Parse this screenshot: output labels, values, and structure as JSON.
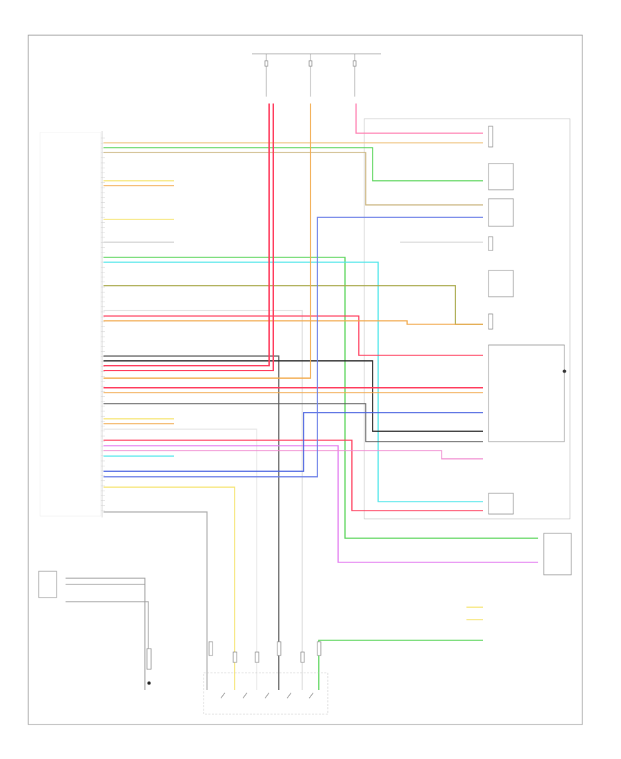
{
  "diagram": {
    "footer_code": "",
    "top_fuses": [
      {
        "label": ""
      },
      {
        "label": ""
      },
      {
        "label": ""
      }
    ],
    "wire_colors": {
      "red": "#ff3b5c",
      "pink": "#ff7fb0",
      "orange": "#f2a94b",
      "yellow": "#f5e36a",
      "tan": "#d9c28f",
      "green": "#54d454",
      "lightgreen": "#a3e88a",
      "blue": "#4a63e0",
      "lightblue": "#8fb6ee",
      "cyan": "#4fe6ea",
      "violet": "#e37bf0",
      "black": "#2a2a2a",
      "gray": "#9a9a9a",
      "brown": "#b08a5a"
    },
    "components": [
      {
        "id": "tcm",
        "label": ""
      },
      {
        "id": "shift-solenoid",
        "label": ""
      },
      {
        "id": "auto-trans",
        "label": ""
      },
      {
        "id": "range-switch",
        "label": ""
      },
      {
        "id": "ground",
        "label": ""
      }
    ]
  }
}
